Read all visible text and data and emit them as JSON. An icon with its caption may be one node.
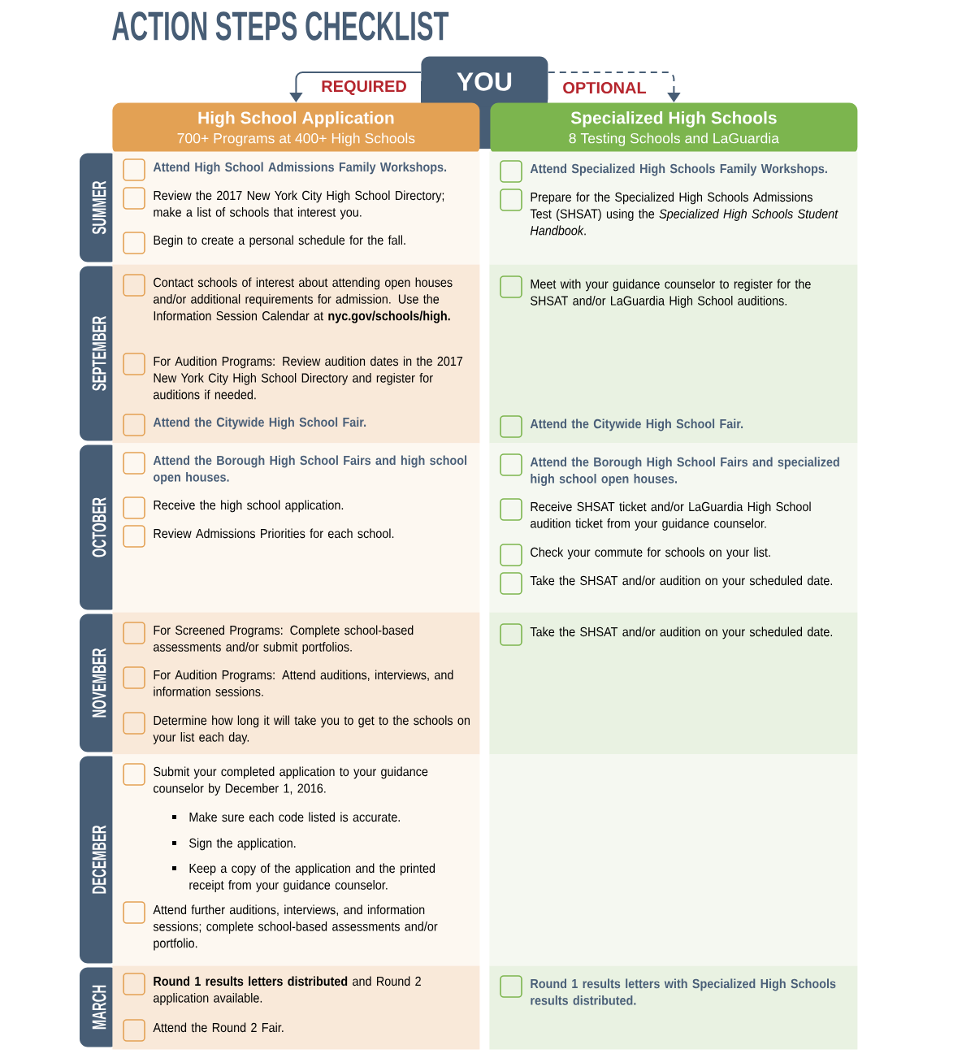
{
  "diagram": {
    "title": "ACTION STEPS CHECKLIST",
    "nodes": [
      {
        "text": [
          "YOU"
        ]
      },
      {
        "text": [
          "High School Application",
          "700+ Programs at 400+ High Schools"
        ]
      },
      {
        "text": [
          "Specialized High Schools",
          "8 Testing Schools and LaGuardia"
        ]
      },
      {
        "text": [
          "SUMMER"
        ]
      },
      {
        "text": [
          "Attend High School Admissions Family Workshops.",
          "Review the 2017 New York City High School Directory; make a list of schools that interest you.",
          "Begin to create a personal schedule for the fall."
        ]
      },
      {
        "text": [
          "Attend Specialized High Schools Family Workshops.",
          "Prepare for the Specialized High Schools Admissions Test (SHSAT) using the *Specialized High Schools Student Handbook*."
        ]
      },
      {
        "text": [
          "SEPTEMBER"
        ]
      },
      {
        "text": [
          "Contact schools of interest about attending open houses and/or additional requirements for admission. Use the Information Session Calendar at **nyc.gov/schools/high.**",
          "For Audition Programs: Review audition dates in the 2017 New York City High School Directory and register for auditions if needed.",
          "Attend the Citywide High School Fair."
        ]
      },
      {
        "text": [
          "Meet with your guidance counselor to register for the SHSAT and/or LaGuardia High School auditions.",
          "Attend the Citywide High School Fair."
        ]
      },
      {
        "text": [
          "OCTOBER"
        ]
      },
      {
        "text": [
          "Attend the Borough High School Fairs and high school open houses.",
          "Receive the high school application.",
          "Review Admissions Priorities for each school."
        ]
      },
      {
        "text": [
          "Attend the Borough High School Fairs and specialized high school open houses.",
          "Receive SHSAT ticket and/or LaGuardia High School audition ticket from your guidance counselor.",
          "Check your commute for schools on your list.",
          "Take the SHSAT and/or audition on your scheduled date."
        ]
      },
      {
        "text": [
          "NOVEMBER"
        ]
      },
      {
        "text": [
          "For Screened Programs: Complete school-based assessments and/or submit portfolios.",
          "For Audition Programs: Attend auditions, interviews, and information sessions.",
          "Determine how long it will take you to get to the schools on your list each day."
        ]
      },
      {
        "text": [
          "Take the SHSAT and/or audition on your scheduled date."
        ]
      },
      {
        "text": [
          "DECEMBER"
        ]
      },
      {
        "text": [
          "Submit your completed application to your guidance counselor by December 1, 2016.",
          "Make sure each code listed is accurate.",
          "Sign the application.",
          "Keep a copy of the application and the printed receipt from your guidance counselor.",
          "Attend further auditions, interviews, and information sessions; complete school-based assessments and/or portfolio."
        ]
      },
      {
        "text": [],
        "shape": "box"
      },
      {
        "text": [
          "MARCH"
        ]
      },
      {
        "text": [
          "**Round 1 results letters distributed** and Round 2 application available.",
          "Attend the Round 2 Fair."
        ]
      },
      {
        "text": [
          "Round 1 results letters with Specialized High Schools results distributed."
        ]
      }
    ],
    "edges": [
      {
        "from": 0,
        "to": 1,
        "arrow": "to",
        "label": "REQUIRED"
      },
      {
        "from": 0,
        "to": 2,
        "arrow": "to",
        "label": "OPTIONAL",
        "style": "dashed"
      }
    ]
  }
}
